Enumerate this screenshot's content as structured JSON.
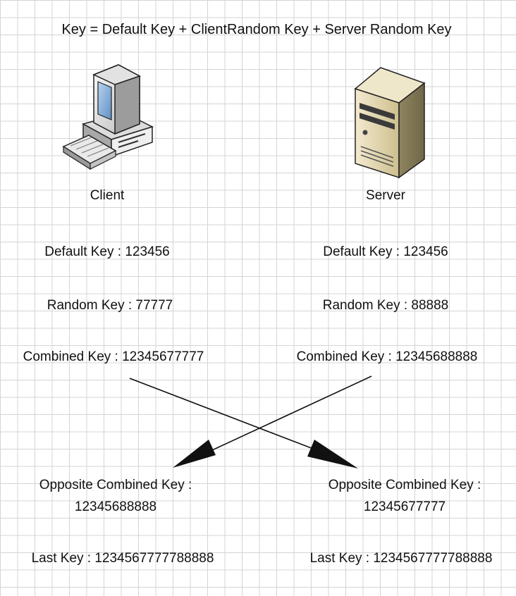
{
  "title": "Key = Default Key + ClientRandom Key + Server Random Key",
  "client": {
    "label": "Client",
    "icon": "desktop-computer-icon",
    "default_key": "Default Key : 123456",
    "random_key": "Random Key : 77777",
    "combined_key": "Combined Key : 12345677777",
    "opposite_label": "Opposite Combined Key :",
    "opposite_value": "12345688888",
    "last_key": "Last Key : 1234567777788888"
  },
  "server": {
    "label": "Server",
    "icon": "server-tower-icon",
    "default_key": "Default Key : 123456",
    "random_key": "Random Key : 88888",
    "combined_key": "Combined Key : 12345688888",
    "opposite_label": "Opposite Combined Key :",
    "opposite_value": "12345677777",
    "last_key": "Last Key : 1234567777788888"
  },
  "colors": {
    "grid": "#d4d4d4",
    "arrow": "#111111",
    "server_body": "#e8dcb0"
  }
}
